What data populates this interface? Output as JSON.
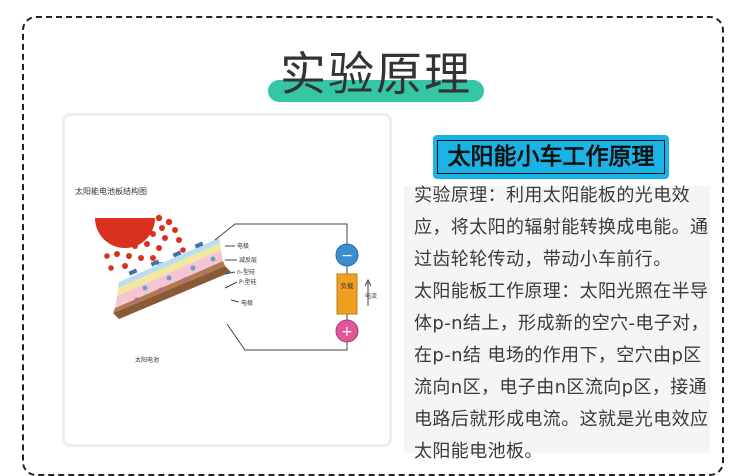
{
  "header": {
    "title": "实验原理"
  },
  "diagram": {
    "caption": "太阳能电池板结构图",
    "labels": {
      "electrode_top": "电极",
      "antireflection": "减反层",
      "n_silicon": "n-型硅",
      "p_silicon": "P-型硅",
      "electrode_bottom": "电极",
      "sunlight": "阳光",
      "load": "负载",
      "current": "电流",
      "cell": "太阳电池",
      "minus": "−",
      "plus": "+"
    }
  },
  "section": {
    "heading": "太阳能小车工作原理",
    "paragraphs": [
      "实验原理：利用太阳能板的光电效应，将太阳的辐射能转换成电能。通过齿轮轮传动，带动小车前行。",
      "太阳能板工作原理：太阳光照在半导体p-n结上，形成新的空穴-电子对，在p-n结 电场的作用下，空穴由p区流向n区，电子由n区流向p区，接通电路后就形成电流。这就是光电效应太阳能电池板。"
    ]
  },
  "colors": {
    "accent_bar": "#35c6a6",
    "badge": "#1ab3e6",
    "sun": "#d8321e",
    "minus_terminal": "#3b8fd1",
    "plus_terminal": "#e0569b",
    "load": "#f0a020"
  }
}
